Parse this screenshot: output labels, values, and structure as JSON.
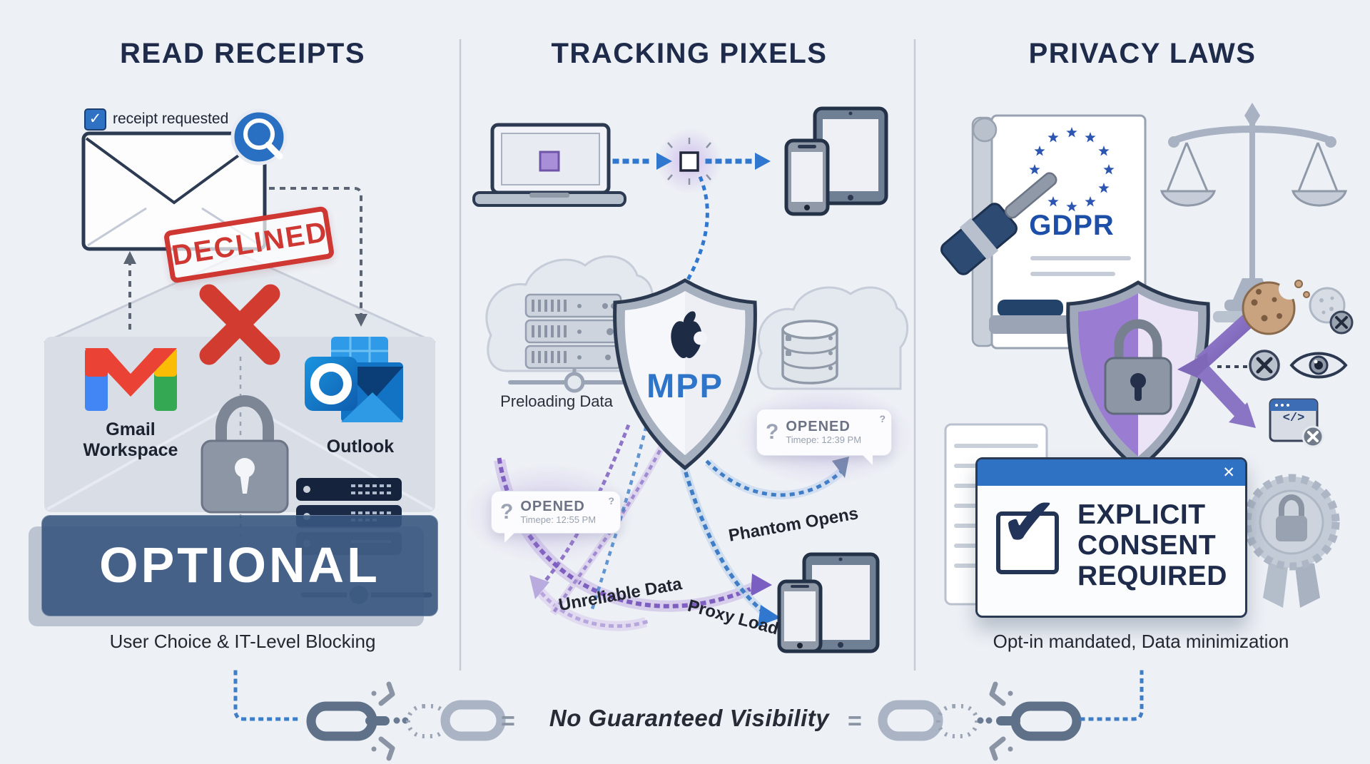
{
  "colors": {
    "background": "#edf0f5",
    "title_navy": "#1e2b4a",
    "accent_blue": "#2f72c4",
    "declined_red": "#cf3732",
    "shield_purple": "#9a7cd2",
    "arrow_purple": "#8a74c4",
    "gdpr_blue": "#1d4fa8",
    "chain_gray": "#5f7089"
  },
  "icons": {
    "check": "✓",
    "heavy_check": "✔",
    "close": "✕",
    "question": "?",
    "code": "</>"
  },
  "panels": {
    "read_receipts": {
      "title": "READ RECEIPTS",
      "checkbox_label": "receipt requested",
      "stamp": "DECLINED",
      "gmail_label_line1": "Gmail",
      "gmail_label_line2": "Workspace",
      "outlook_label": "Outlook",
      "banner": "OPTIONAL",
      "caption": "User Choice & IT-Level Blocking"
    },
    "tracking_pixels": {
      "title": "TRACKING PIXELS",
      "preloading_label": "Preloading Data",
      "shield_label": "MPP",
      "bubble_left": {
        "status": "OPENED",
        "time": "Timepe: 12:55 PM"
      },
      "bubble_right": {
        "status": "OPENED",
        "time": "Timepe: 12:39 PM"
      },
      "labels": {
        "phantom": "Phantom Opens",
        "unreliable": "Unreliable Data",
        "proxy": "Proxy Load"
      }
    },
    "privacy_laws": {
      "title": "PRIVACY LAWS",
      "doc_label": "GDPR",
      "dialog": {
        "line1": "EXPLICIT",
        "line2": "CONSENT",
        "line3": "REQUIRED"
      },
      "caption": "Opt-in mandated, Data minimization"
    }
  },
  "footer": {
    "equals": "=",
    "text": "No Guaranteed Visibility"
  }
}
